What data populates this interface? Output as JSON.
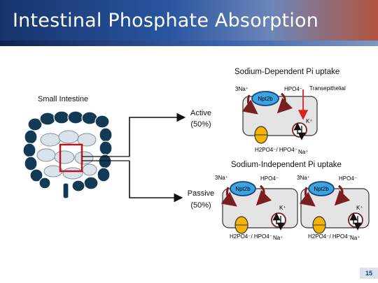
{
  "header": {
    "title": "Intestinal Phosphate Absorption"
  },
  "labels": {
    "small_intestine": "Small Intestine",
    "active_line1": "Active",
    "active_line2": "(50%)",
    "passive_line1": "Passive",
    "passive_line2": "(50%)"
  },
  "sodium_dependent": {
    "title": "Sodium-Dependent Pi uptake",
    "na": "3Na⁺",
    "hpo4": "HPO4⁻",
    "transporter": "Npt2b",
    "transepithelial": "Transepithelial",
    "k": "K⁺",
    "na_out": "Na⁺",
    "basolateral": "H2PO4⁻/ HPO4⁻"
  },
  "sodium_independent": {
    "title": "Sodium-Independent Pi uptake",
    "cells": [
      {
        "na": "3Na⁺",
        "hpo4": "HPO4⁻",
        "transporter": "Npt2b",
        "k": "K⁺",
        "na_out": "Na⁺",
        "basolateral": "H2PO4⁻/ HPO4⁻"
      },
      {
        "na": "3Na⁺",
        "hpo4": "HPO4⁻",
        "transporter": "Npt2b",
        "k": "K⁺",
        "na_out": "Na⁺",
        "basolateral": "H2PO4⁻/ HPO4⁻"
      }
    ]
  },
  "page": {
    "number": "15"
  },
  "colors": {
    "transporter": "#3aa3e0",
    "channel": "#f4b400",
    "membrane_arrow": "#7a1f1f",
    "red_arrow": "#e02020",
    "colon": "#123a55"
  }
}
